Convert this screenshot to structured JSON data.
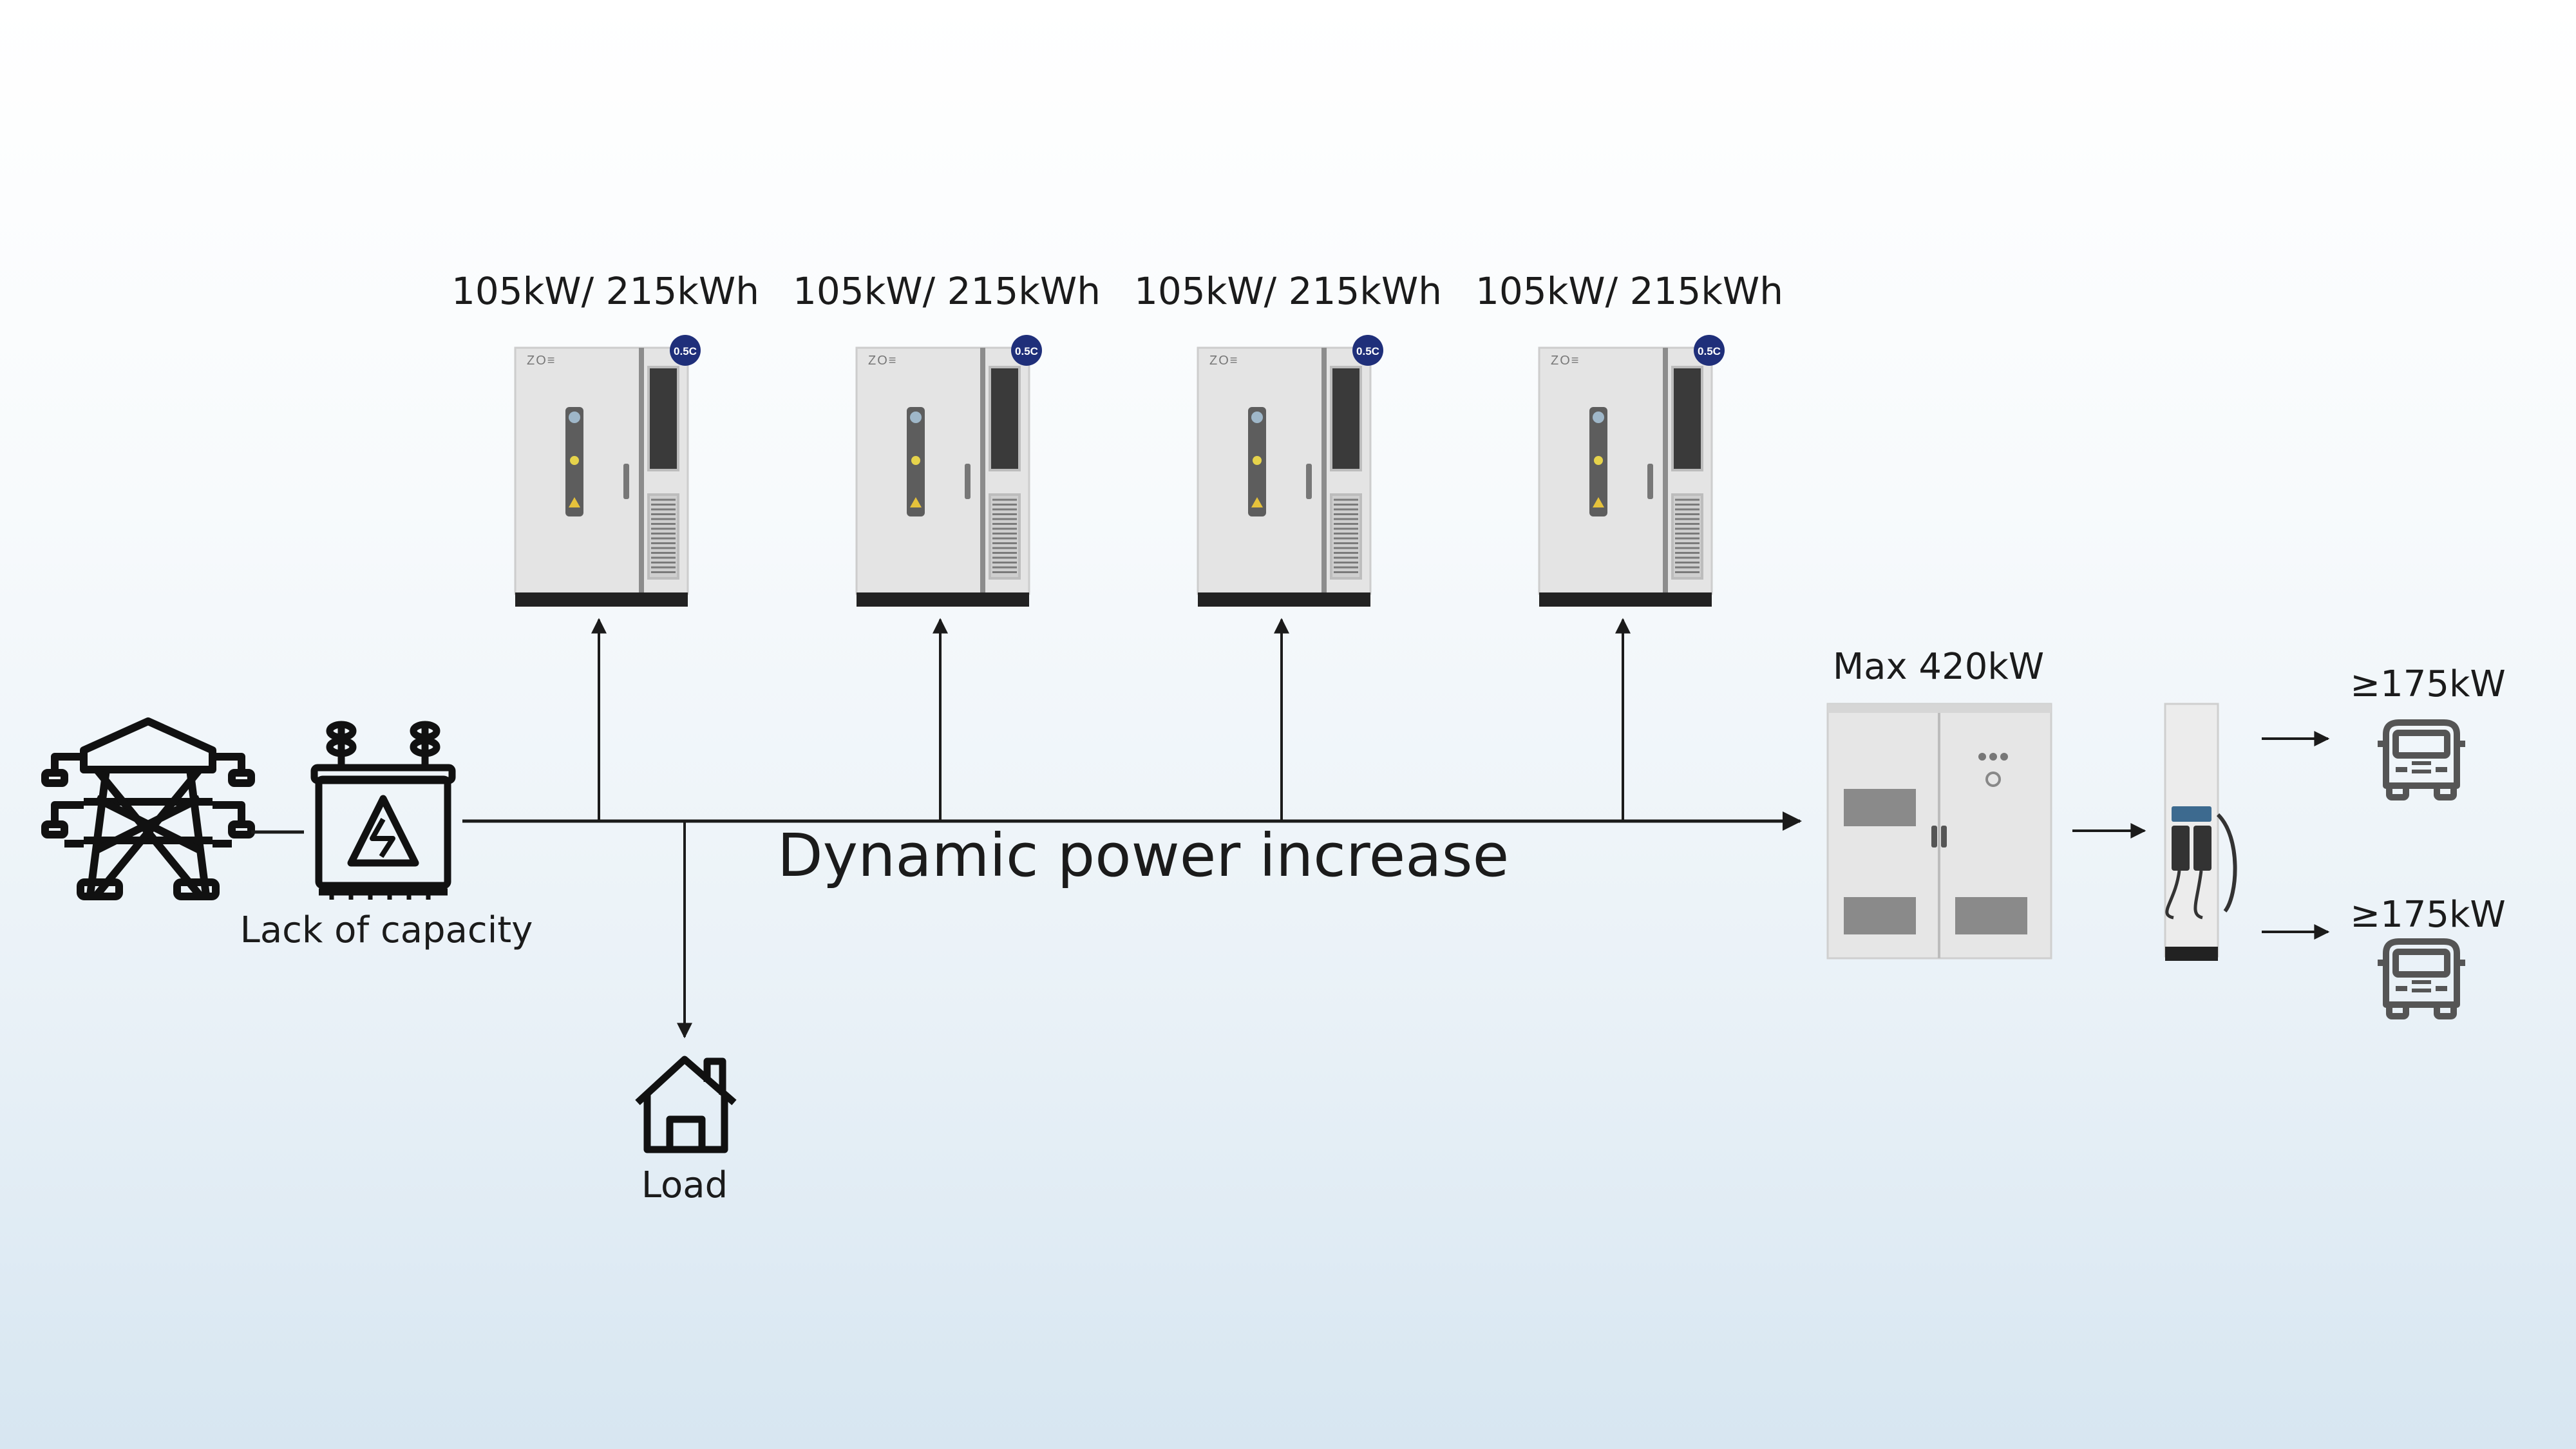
{
  "storage_units": [
    {
      "label": "105kW/ 215kWh",
      "badge": "0.5C",
      "brand": "ZO≡"
    },
    {
      "label": "105kW/ 215kWh",
      "badge": "0.5C",
      "brand": "ZO≡"
    },
    {
      "label": "105kW/ 215kWh",
      "badge": "0.5C",
      "brand": "ZO≡"
    },
    {
      "label": "105kW/ 215kWh",
      "badge": "0.5C",
      "brand": "ZO≡"
    }
  ],
  "grid": {
    "label": "Lack of capacity",
    "tower_icon": "power-tower-icon",
    "transformer_icon": "transformer-icon"
  },
  "load": {
    "label": "Load",
    "icon": "house-icon"
  },
  "main_label": "Dynamic power increase",
  "power_cabinet": {
    "label": "Max 420kW"
  },
  "charger": {
    "icon": "ev-charger-icon"
  },
  "trucks": [
    {
      "label": "≥175kW",
      "icon": "truck-icon"
    },
    {
      "label": "≥175kW",
      "icon": "truck-icon"
    }
  ],
  "colors": {
    "badge": "#1f2f7a",
    "line": "#1b1b1b",
    "cabinet": "#e4e4e4",
    "cabinet_base": "#222222"
  }
}
